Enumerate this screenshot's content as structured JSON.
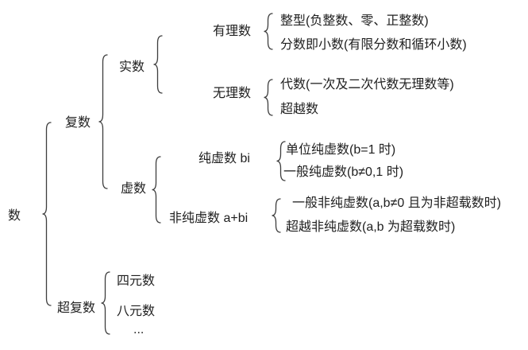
{
  "colors": {
    "background": "#ffffff",
    "text": "#1f1f1f",
    "line": "#3d3d3d"
  },
  "tree": {
    "label": "数",
    "children": [
      {
        "label": "复数",
        "children": [
          {
            "label": "实数",
            "children": [
              {
                "label": "有理数",
                "children": [
                  {
                    "label": "整型(负整数、零、正整数)"
                  },
                  {
                    "label": "分数即小数(有限分数和循环小数)"
                  }
                ]
              },
              {
                "label": "无理数",
                "children": [
                  {
                    "label": "代数(一次及二次代数无理数等)"
                  },
                  {
                    "label": "超越数"
                  }
                ]
              }
            ]
          },
          {
            "label": "虚数",
            "children": [
              {
                "label": "纯虚数 bi",
                "children": [
                  {
                    "label": "单位纯虚数(b=1 时)"
                  },
                  {
                    "label": "一般纯虚数(b≠0,1 时)"
                  }
                ]
              },
              {
                "label": "非纯虚数 a+bi",
                "children": [
                  {
                    "label": "一般非纯虚数(a,b≠0 且为非超载数时)"
                  },
                  {
                    "label": "超越非纯虚数(a,b 为超载数时)"
                  }
                ]
              }
            ]
          }
        ]
      },
      {
        "label": "超复数",
        "children": [
          {
            "label": "四元数"
          },
          {
            "label": "八元数"
          },
          {
            "label": "..."
          }
        ]
      }
    ]
  }
}
